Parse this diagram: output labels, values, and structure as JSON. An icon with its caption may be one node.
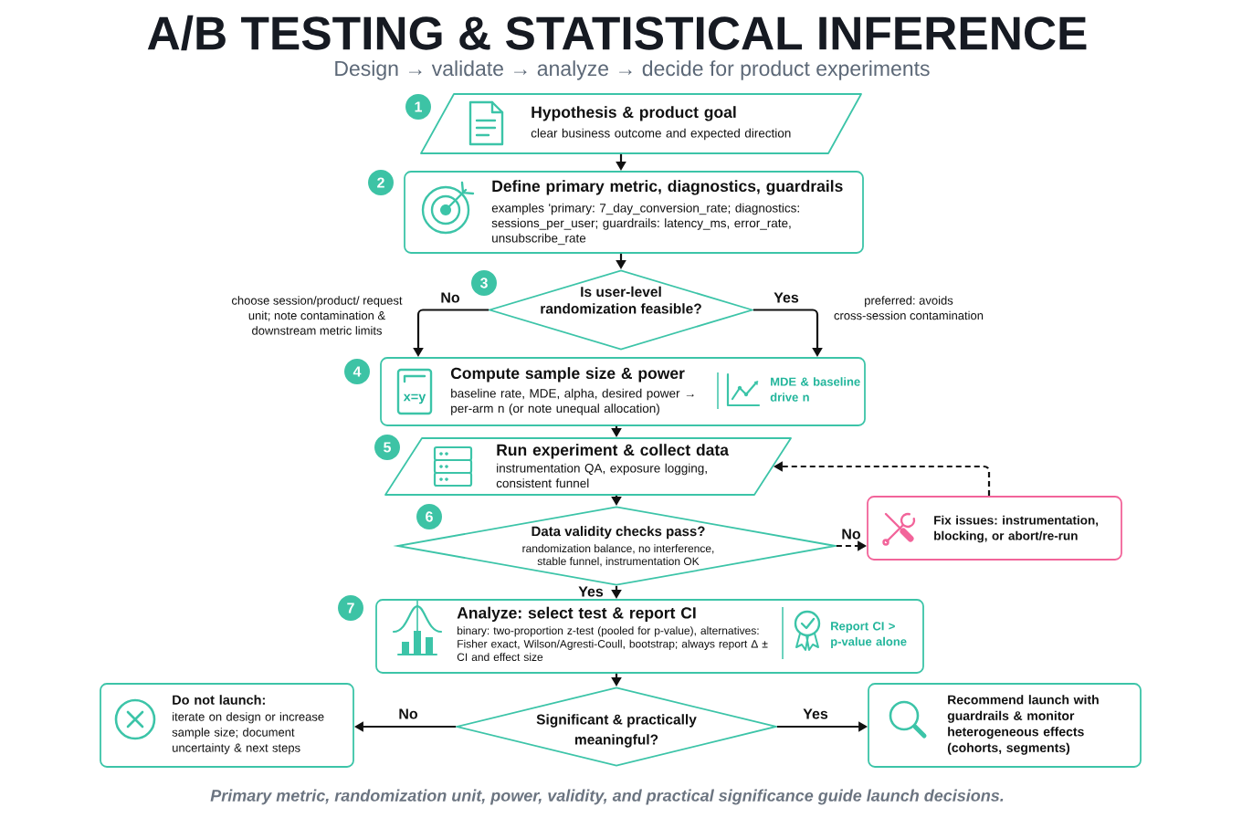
{
  "diagram": {
    "title": "A/B TESTING & STATISTICAL INFERENCE",
    "caption": "Primary metric, randomization unit, power, validity, and practical significance guide launch decisions.",
    "nodes": [
      {
        "text": [
          "Hypothesis & product goal",
          "clear business outcome and expected direction"
        ],
        "beside": [
          "1"
        ]
      },
      {
        "text": [
          "Define primary metric, diagnostics, guardrails",
          "examples 'primary: 7_day_conversion_rate; diagnostics: sessions_per_user; guardrails: latency_ms, error_rate, unsubscribe_rate"
        ],
        "beside": [
          "2"
        ]
      },
      {
        "text": [
          "Is user-level randomization feasible?"
        ],
        "beside": [
          "3"
        ]
      },
      {
        "text": [
          "Compute sample size & power",
          "baseline rate, MDE, alpha, desired power → per-arm n (or note unequal allocation)",
          "MDE & baseline drive n"
        ],
        "beside": [
          "4"
        ]
      },
      {
        "text": [
          "Run experiment & collect data",
          "instrumentation QA, exposure logging, consistent funnel"
        ],
        "beside": [
          "5"
        ]
      },
      {
        "text": [
          "Data validity checks pass?",
          "randomization balance, no interference, stable funnel, instrumentation OK"
        ],
        "beside": [
          "6"
        ]
      },
      {
        "text": [
          "Fix issues: instrumentation, blocking, or abort/re-run"
        ]
      },
      {
        "text": [
          "Analyze: select test & report CI",
          "binary: two-proportion z-test (pooled for p-value), alternatives: Fisher exact, Wilson/Agresti-Coull, bootstrap; always report Δ ± CI and effect size",
          "Report CI > p-value alone"
        ],
        "beside": [
          "7"
        ]
      },
      {
        "text": [
          "Do not launch:",
          "iterate on design or increase sample size; document uncertainty & next steps"
        ]
      },
      {
        "text": [
          "Significant & practically meaningful?"
        ]
      },
      {
        "text": [
          "Recommend launch with guardrails & monitor heterogeneous effects (cohorts, segments)"
        ]
      }
    ],
    "edges": [
      {
        "from": 0,
        "to": 1,
        "arrow": "to"
      },
      {
        "from": 1,
        "to": 2,
        "arrow": "to"
      },
      {
        "from": 2,
        "to": 3,
        "arrow": "to",
        "label": "No"
      },
      {
        "from": 2,
        "to": 3,
        "arrow": "to",
        "label": "Yes"
      },
      {
        "from": 3,
        "to": 4,
        "arrow": "to"
      },
      {
        "from": 4,
        "to": 5,
        "arrow": "to"
      },
      {
        "from": 5,
        "to": 6,
        "arrow": "to",
        "label": "No",
        "style": "dashed"
      },
      {
        "from": 6,
        "to": 4,
        "arrow": "to",
        "style": "dashed"
      },
      {
        "from": 5,
        "to": 7,
        "arrow": "to",
        "label": "Yes"
      },
      {
        "from": 7,
        "to": 9,
        "arrow": "to"
      },
      {
        "from": 9,
        "to": 8,
        "arrow": "to",
        "label": "No"
      },
      {
        "from": 9,
        "to": 10,
        "arrow": "to",
        "label": "Yes"
      }
    ],
    "labels": [
      "Design → validate → analyze → decide for product experiments",
      "choose session/product/ request unit; note contamination & downstream metric limits",
      "preferred: avoids cross-session contamination",
      "x=y"
    ]
  }
}
